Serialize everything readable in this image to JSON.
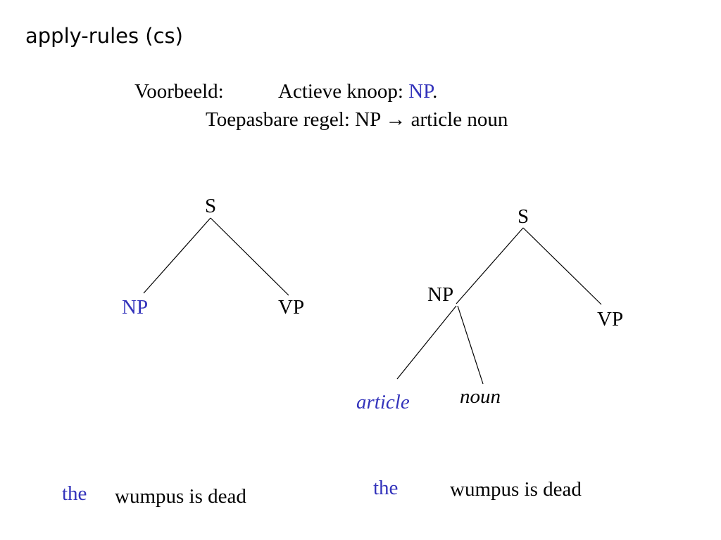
{
  "title": "apply-rules (cs)",
  "example": {
    "label": "Voorbeeld:",
    "active_node_label": "Actieve knoop: ",
    "active_node_value": "NP",
    "active_node_end": ".",
    "rule_label": "Toepasbare regel: NP ",
    "rule_arrow": "→",
    "rule_rhs": " article noun"
  },
  "tree_left": {
    "root": "S",
    "children": [
      "NP",
      "VP"
    ]
  },
  "tree_right": {
    "root": "S",
    "children": [
      "NP",
      "VP"
    ],
    "np_children": [
      "article",
      "noun"
    ]
  },
  "sentence_left": {
    "first": "the",
    "rest": "wumpus is dead"
  },
  "sentence_right": {
    "first": "the",
    "rest": "wumpus is dead"
  },
  "colors": {
    "accent": "#3333bb",
    "text": "#000000"
  }
}
